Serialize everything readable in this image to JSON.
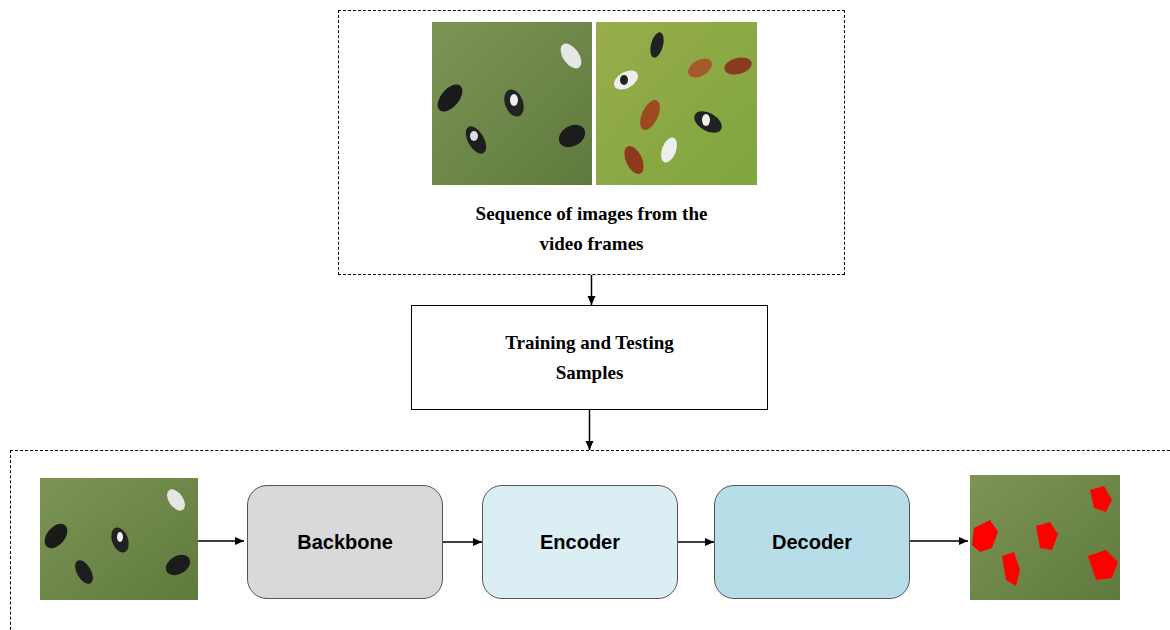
{
  "diagram": {
    "nodes": [
      {
        "text": [
          "Sequence of images from the video frames"
        ]
      },
      {
        "text": [
          "Training and Testing Samples"
        ]
      },
      {
        "text": []
      },
      {
        "text": [
          "Backbone"
        ],
        "in": 2
      },
      {
        "text": [
          "Encoder"
        ],
        "in": 2
      },
      {
        "text": [
          "Decoder"
        ],
        "in": 2
      }
    ],
    "edges": [
      {
        "from": 0,
        "to": 1,
        "arrow": "to"
      },
      {
        "from": 1,
        "to": 2,
        "arrow": "to"
      },
      {
        "from": 3,
        "to": 4,
        "arrow": "to"
      },
      {
        "from": 4,
        "to": 5,
        "arrow": "to"
      }
    ]
  }
}
